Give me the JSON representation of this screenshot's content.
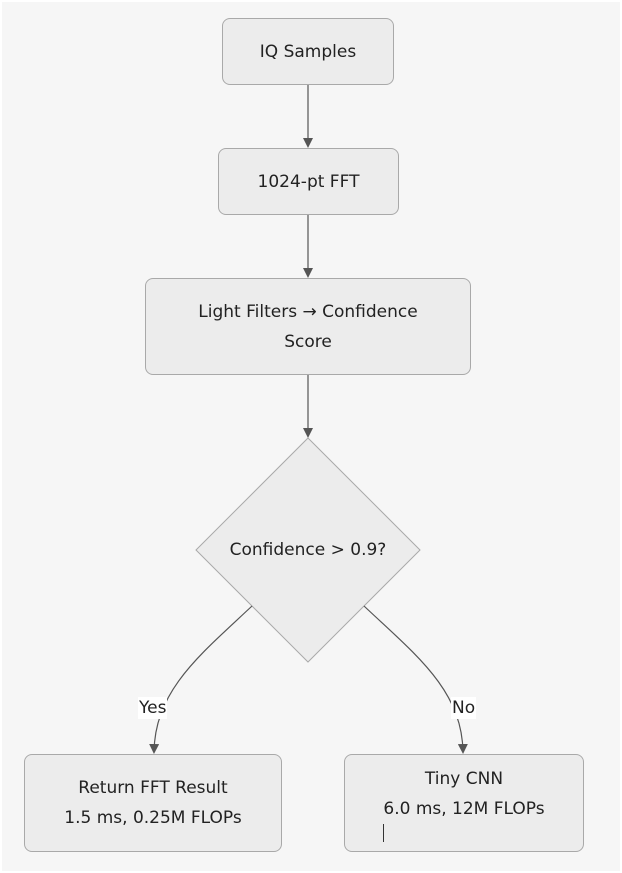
{
  "diagram": {
    "nodes": {
      "iq_samples": "IQ Samples",
      "fft": "1024-pt FFT",
      "light_filters_line1": "Light Filters → Confidence",
      "light_filters_line2": "Score",
      "decision": "Confidence > 0.9?",
      "return_fft_line1": "Return FFT Result",
      "return_fft_line2": "1.5 ms, 0.25M FLOPs",
      "tiny_cnn_line1": "Tiny CNN",
      "tiny_cnn_line2": "6.0 ms, 12M FLOPs"
    },
    "edges": {
      "yes_label": "Yes",
      "no_label": "No"
    }
  },
  "colors": {
    "background": "#f6f6f6",
    "node_fill": "#ececec",
    "node_border": "#a9a9a9",
    "edge": "#555555",
    "text": "#222222"
  }
}
